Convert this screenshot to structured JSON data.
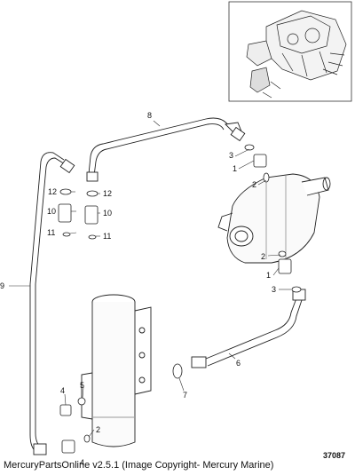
{
  "diagram": {
    "drawing_number": "37087",
    "callouts": [
      "1",
      "2",
      "3",
      "4",
      "5",
      "6",
      "7",
      "8",
      "9",
      "10",
      "11",
      "12"
    ],
    "parts": [
      {
        "id": "hose-8",
        "callout": "8"
      },
      {
        "id": "hose-9",
        "callout": "9"
      },
      {
        "id": "hose-6",
        "callout": "6"
      },
      {
        "id": "fitting-10-left",
        "callout": "10"
      },
      {
        "id": "fitting-10-right",
        "callout": "10"
      },
      {
        "id": "o-ring-12-left",
        "callout": "12"
      },
      {
        "id": "o-ring-12-right",
        "callout": "12"
      },
      {
        "id": "o-ring-11-left",
        "callout": "11"
      },
      {
        "id": "o-ring-11-right",
        "callout": "11"
      },
      {
        "id": "washer-7",
        "callout": "7"
      },
      {
        "id": "fittings-upper",
        "callouts": [
          "3",
          "1",
          "2"
        ]
      },
      {
        "id": "fittings-lower",
        "callouts": [
          "2",
          "1",
          "3"
        ]
      },
      {
        "id": "fittings-filter",
        "callouts": [
          "4",
          "5",
          "2"
        ]
      }
    ]
  },
  "footer": {
    "caption": "MercuryPartsOnline v2.5.1 (Image Copyright- Mercury Marine)"
  }
}
